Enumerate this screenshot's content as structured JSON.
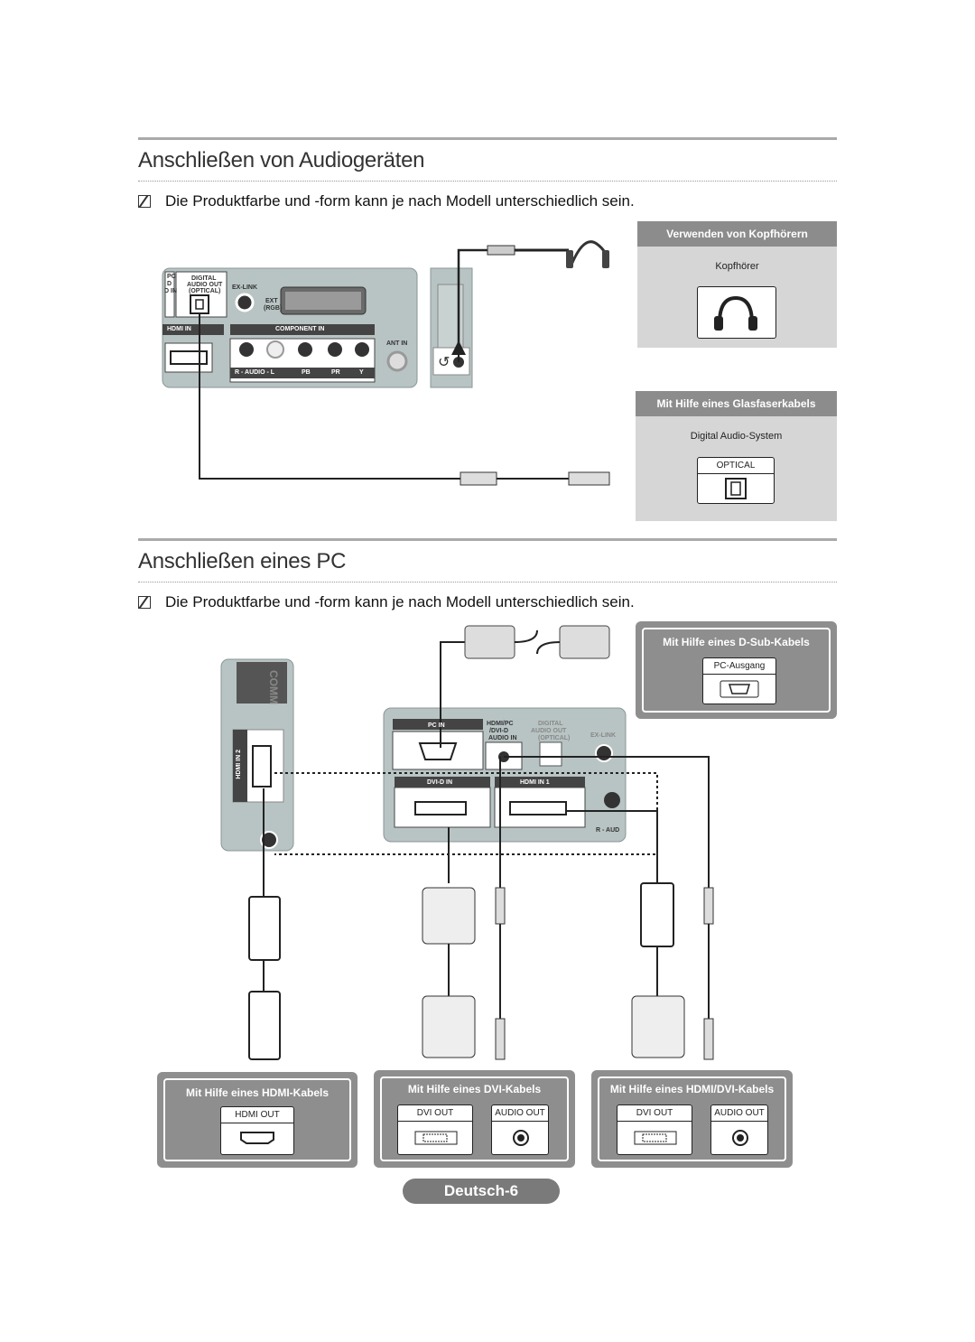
{
  "section1": {
    "title": "Anschließen von Audiogeräten",
    "note": "Die Produktfarbe und -form kann je nach Modell unterschiedlich sein."
  },
  "section2": {
    "title": "Anschließen eines PC",
    "note": "Die Produktfarbe und -form kann je nach Modell unterschiedlich sein."
  },
  "headphone_box": {
    "title": "Verwenden von Kopfhörern",
    "label": "Kopfhörer"
  },
  "optical_box": {
    "title": "Mit Hilfe eines Glasfaserkabels",
    "label": "Digital Audio-System",
    "port": "OPTICAL"
  },
  "tv_panel_audio": {
    "digital": "DIGITAL",
    "audio_out": "AUDIO OUT",
    "optical": "(OPTICAL)",
    "ex_link": "EX-LINK",
    "ext": "EXT",
    "rgb": "(RGB)",
    "hdmi_in": "HDMI IN",
    "component_in": "COMPONENT IN",
    "ant_in": "ANT IN",
    "audio_row": "R - AUDIO - L",
    "pb": "PB",
    "pr": "PR",
    "y": "Y",
    "pc": "PC",
    "dvi_d": "D",
    "dvi_in": "D IN"
  },
  "tv_panel_pc": {
    "pc_in": "PC IN",
    "hdmi_pc": "HDMI/PC",
    "dvi_d": "/DVI-D",
    "audio_in": "AUDIO IN",
    "digital": "DIGITAL",
    "audio_out": "AUDIO OUT",
    "optical": "(OPTICAL)",
    "ex_link": "EX-LINK",
    "dvi_d_in": "DVI-D IN",
    "hdmi_in_1": "HDMI IN 1",
    "aud": "R - AUD",
    "hdmi_in_2": "HDMI IN 2",
    "comm": "COMM"
  },
  "dsub_box": {
    "title": "Mit Hilfe eines D-Sub-Kabels",
    "port": "PC-Ausgang"
  },
  "hdmi_box": {
    "title": "Mit Hilfe eines HDMI-Kabels",
    "port": "HDMI OUT"
  },
  "dvi_box": {
    "title": "Mit Hilfe eines DVI-Kabels",
    "port1": "DVI OUT",
    "port2": "AUDIO OUT"
  },
  "hdmidvi_box": {
    "title": "Mit Hilfe eines HDMI/DVI-Kabels",
    "port1": "DVI OUT",
    "port2": "AUDIO OUT"
  },
  "footer": "Deutsch-6"
}
